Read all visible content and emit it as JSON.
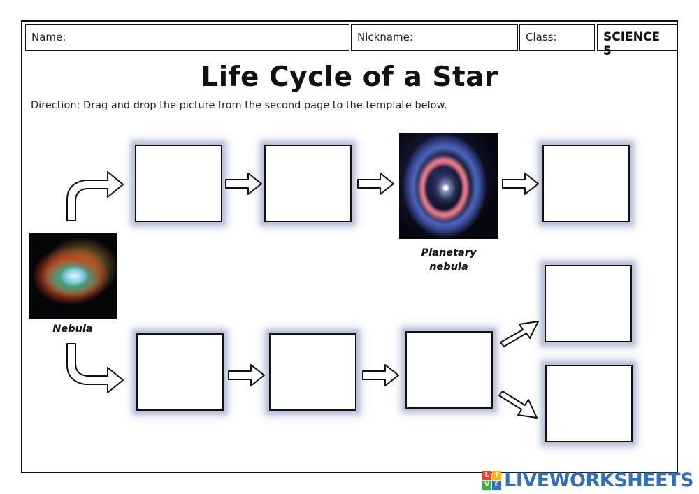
{
  "header": {
    "name_label": "Name:",
    "nickname_label": "Nickname:",
    "class_label": "Class:",
    "subject": "SCIENCE 5"
  },
  "title": "Life Cycle of a Star",
  "direction": "Direction: Drag and drop the picture from the second page to the template below.",
  "images": {
    "nebula_caption": "Nebula",
    "planetary_nebula_caption_line1": "Planetary",
    "planetary_nebula_caption_line2": "nebula"
  },
  "drop_boxes": {
    "top_row_count": 3,
    "bottom_row_count": 5
  },
  "watermark": {
    "brand": "LIVEWORKSHEETS",
    "mark_letters": [
      "L",
      "I",
      "V",
      "E"
    ],
    "colors": [
      "#e8423b",
      "#f3b51b",
      "#3fae49",
      "#2f6fc0"
    ]
  },
  "colors": {
    "box_glow": "#b9bfd8",
    "brand_blue": "#2f6fc0"
  },
  "icons": [
    "curved-arrow-up-right-icon",
    "curved-arrow-down-right-icon",
    "right-arrow-icon",
    "diagonal-arrow-icon"
  ]
}
